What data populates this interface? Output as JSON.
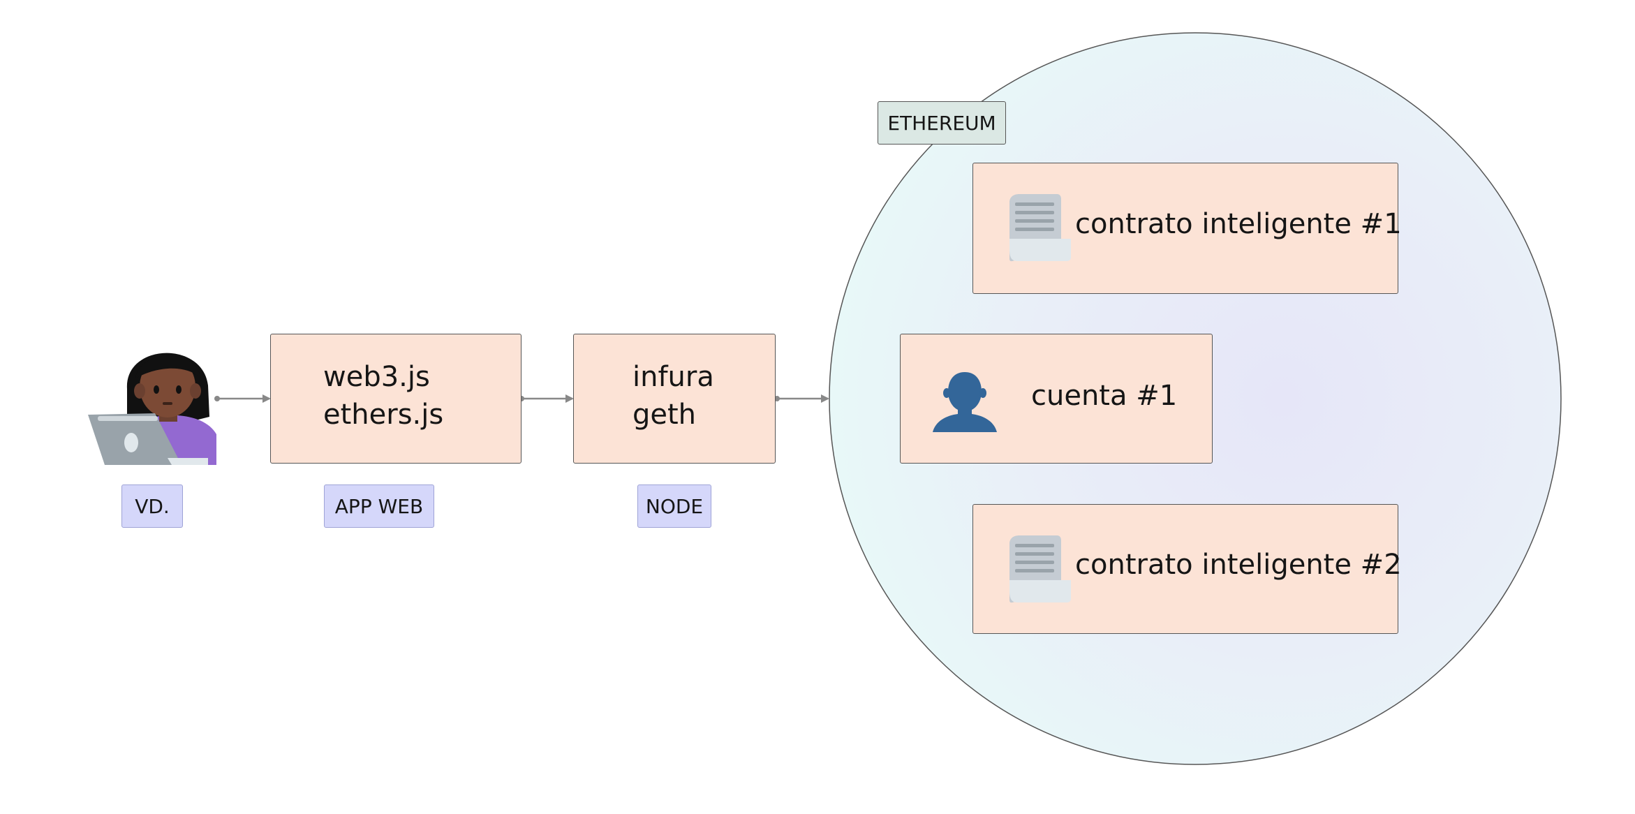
{
  "colors": {
    "box_fill": "#fce3d6",
    "tag_fill": "#d5d7fa",
    "ethereum_tag_fill": "#dbe8e4",
    "arrow": "#888888",
    "account_icon": "#336699"
  },
  "user": {
    "icon": "woman-with-laptop-icon",
    "label": "VD."
  },
  "web_app": {
    "lines": [
      "web3.js",
      "ethers.js"
    ],
    "label": "APP WEB"
  },
  "node": {
    "lines": [
      "infura",
      "geth"
    ],
    "label": "NODE"
  },
  "ethereum": {
    "label": "ETHEREUM",
    "items": [
      {
        "icon": "scroll-icon",
        "text": "contrato inteligente #1"
      },
      {
        "icon": "user-silhouette-icon",
        "text": "cuenta #1"
      },
      {
        "icon": "scroll-icon",
        "text": "contrato inteligente #2"
      }
    ]
  }
}
